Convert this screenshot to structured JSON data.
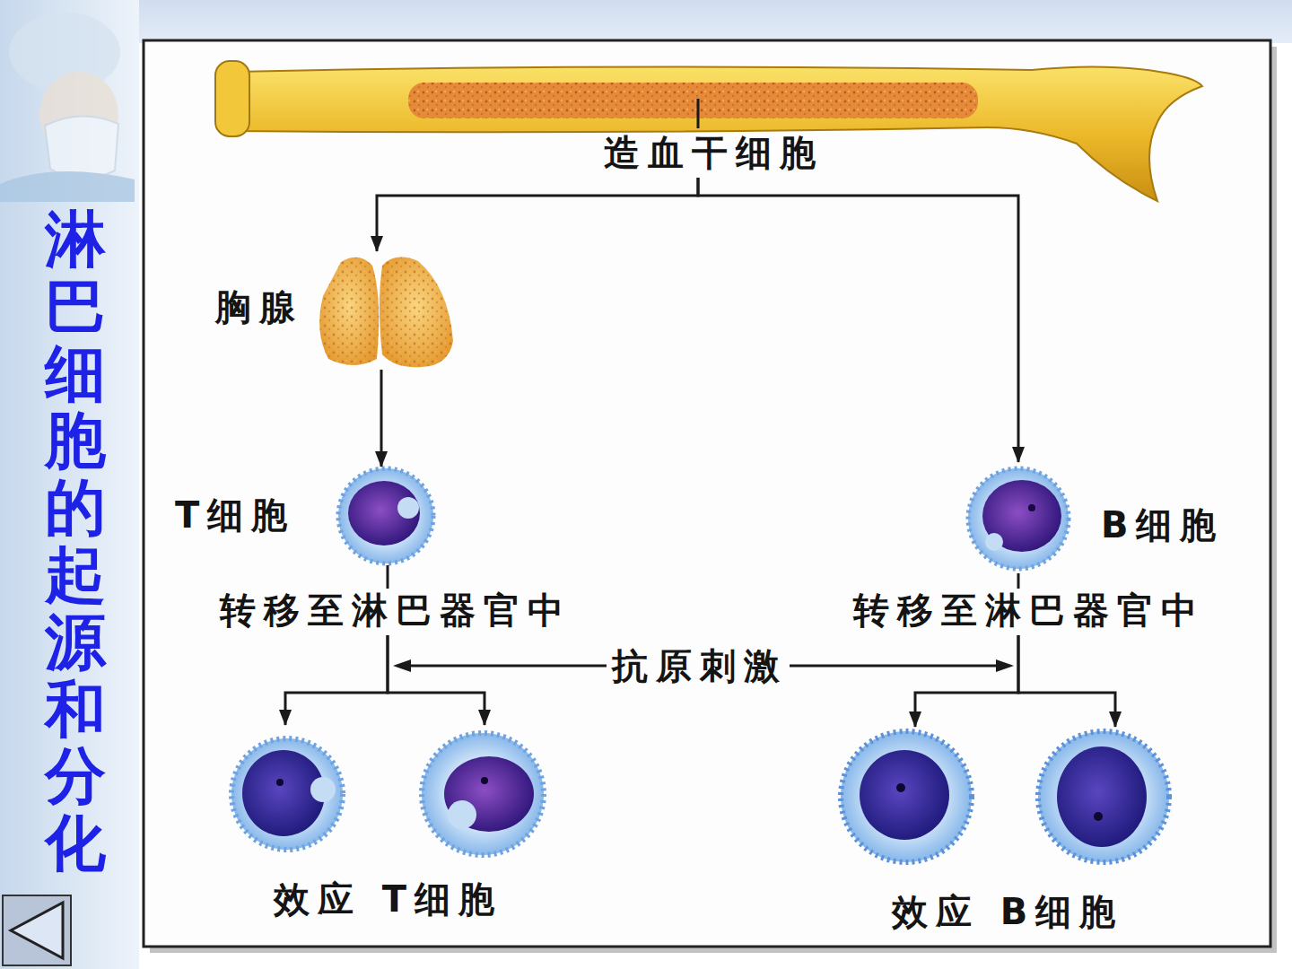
{
  "diagram": {
    "title": "淋巴细胞的起源和分化",
    "nodes": [
      {
        "text": [
          "造血干细胞"
        ]
      },
      {
        "text": [
          "胸腺"
        ]
      },
      {
        "text": [
          "T细胞"
        ]
      },
      {
        "text": [
          "B细胞"
        ]
      },
      {
        "text": [
          "转移至淋巴器官中"
        ]
      },
      {
        "text": [
          "转移至淋巴器官中"
        ]
      },
      {
        "text": [
          "效应 T细胞"
        ]
      },
      {
        "text": [
          "效应 B细胞"
        ]
      }
    ],
    "edges": [
      {
        "from": 0,
        "to": 1,
        "arrow": "to"
      },
      {
        "from": 0,
        "to": 3,
        "arrow": "to"
      },
      {
        "from": 1,
        "to": 2,
        "arrow": "to"
      },
      {
        "from": 2,
        "to": 4,
        "arrow": "none"
      },
      {
        "from": 3,
        "to": 5,
        "arrow": "none"
      },
      {
        "from": 4,
        "to": 6,
        "arrow": "to"
      },
      {
        "from": 5,
        "to": 7,
        "arrow": "to"
      }
    ],
    "labels": [
      "抗原刺激"
    ]
  }
}
